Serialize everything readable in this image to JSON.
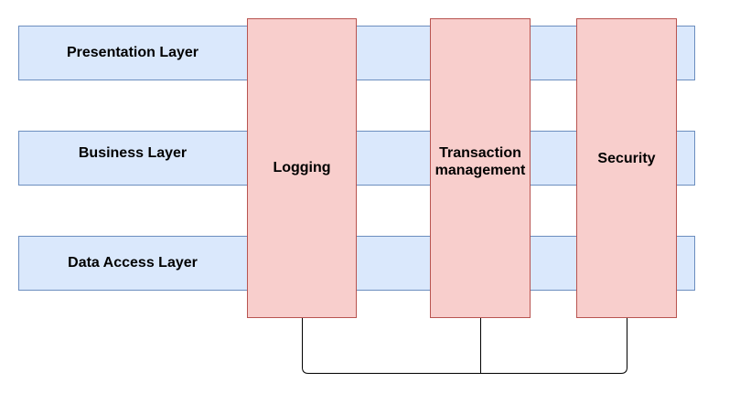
{
  "layers": [
    {
      "label": "Presentation Layer"
    },
    {
      "label": "Business Layer"
    },
    {
      "label": "Data Access Layer"
    }
  ],
  "concerns": [
    {
      "label": "Logging"
    },
    {
      "label": "Transaction management"
    },
    {
      "label": "Security"
    }
  ],
  "colors": {
    "layer_fill": "#dae8fc",
    "layer_stroke": "#6c8ebf",
    "concern_fill": "#f8cecc",
    "concern_stroke": "#b85450",
    "connector": "#000000"
  }
}
